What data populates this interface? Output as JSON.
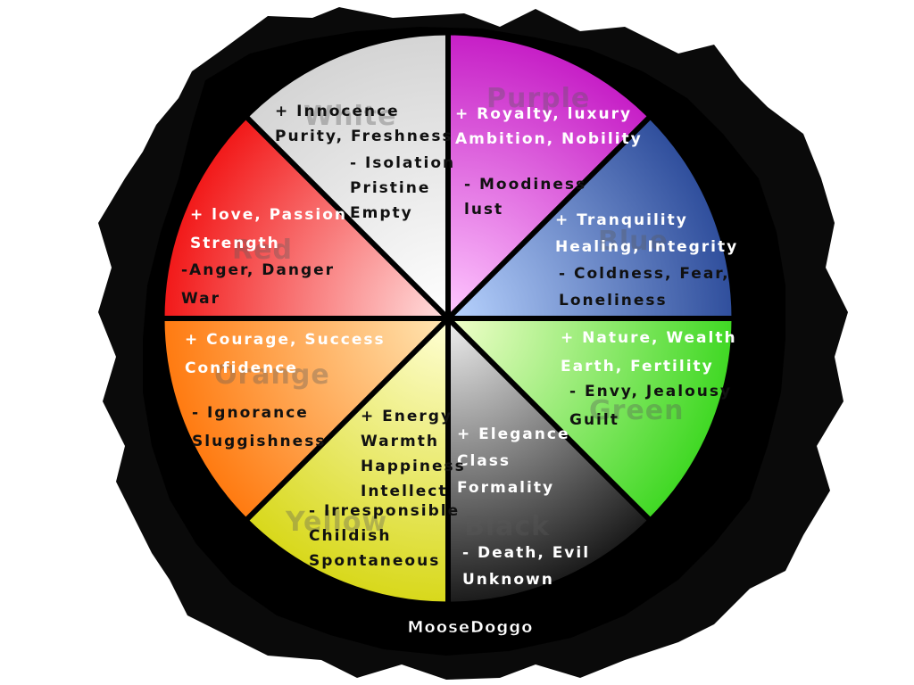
{
  "credit": "MooseDoggo",
  "segments": [
    {
      "id": "white",
      "ghost_label": "White",
      "colors": [
        "#ffffff",
        "#d4d4d4"
      ],
      "positive": [
        "+ Innocence",
        "Purity, Freshness"
      ],
      "negative": [
        "- Isolation",
        "Pristine",
        "Empty"
      ],
      "text_color": "#111111"
    },
    {
      "id": "purple",
      "ghost_label": "Purple",
      "colors": [
        "#ffc8ff",
        "#c61ec6"
      ],
      "positive": [
        "+ Royalty, luxury",
        "Ambition, Nobility"
      ],
      "negative": [
        "- Moodiness",
        "lust"
      ],
      "text_color": "#ffffff",
      "neg_color": "#111111"
    },
    {
      "id": "blue",
      "ghost_label": "Blue",
      "colors": [
        "#b9d4ff",
        "#2f4e9c"
      ],
      "positive": [
        "+ Tranquility",
        "Healing, Integrity"
      ],
      "negative": [
        "- Coldness, Fear,",
        "Loneliness"
      ],
      "text_color": "#ffffff",
      "neg_color": "#111111"
    },
    {
      "id": "green",
      "ghost_label": "Green",
      "colors": [
        "#f3ffcc",
        "#3fd823"
      ],
      "positive": [
        "+ Nature, Wealth",
        "Earth, Fertility"
      ],
      "negative": [
        "- Envy, Jealousy",
        "Guilt"
      ],
      "text_color": "#ffffff",
      "neg_color": "#111111"
    },
    {
      "id": "black",
      "ghost_label": "Black",
      "colors": [
        "#f0f0f0",
        "#1a1a1a"
      ],
      "positive": [
        "+ Elegance",
        "Class",
        "Formality"
      ],
      "negative": [
        "- Death, Evil",
        "Unknown"
      ],
      "text_color": "#ffffff",
      "neg_color": "#ffffff"
    },
    {
      "id": "yellow",
      "ghost_label": "Yellow",
      "colors": [
        "#ffffd6",
        "#d8d81a"
      ],
      "positive": [
        "+ Energy",
        "Warmth",
        "Happiness",
        "Intellect"
      ],
      "negative": [
        "- Irresponsible",
        "Childish",
        "Spontaneous"
      ],
      "text_color": "#111111",
      "neg_color": "#111111"
    },
    {
      "id": "orange",
      "ghost_label": "Orange",
      "colors": [
        "#ffe6b3",
        "#ff7a10"
      ],
      "positive": [
        "+ Courage, Success",
        "Confidence"
      ],
      "negative": [
        "- Ignorance",
        "Sluggishness"
      ],
      "text_color": "#ffffff",
      "neg_color": "#111111"
    },
    {
      "id": "red",
      "ghost_label": "Red",
      "colors": [
        "#ffe0e0",
        "#f21818"
      ],
      "positive": [
        "+ love, Passion",
        "Strength"
      ],
      "negative": [
        "-Anger, Danger",
        "War"
      ],
      "text_color": "#ffffff",
      "neg_color": "#111111"
    }
  ]
}
